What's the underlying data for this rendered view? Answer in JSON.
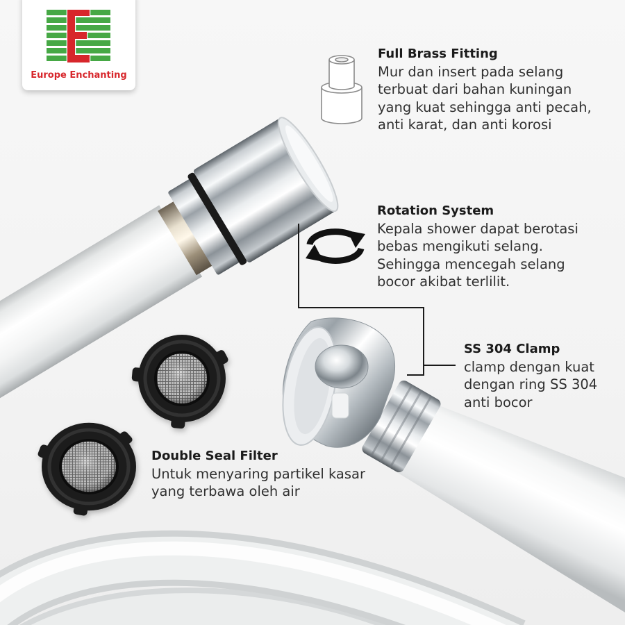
{
  "brand": {
    "name": "Europe Enchanting",
    "logo_icon": "europe-enchanting-e-logo"
  },
  "colors": {
    "background": "#f5f5f5",
    "text": "#2a2a2a",
    "brand_red": "#d7262b",
    "brand_green": "#46a845",
    "filter_rubber": "#1e1e1e"
  },
  "features": [
    {
      "title": "Full Brass Fitting",
      "icon": "brass-fitting-icon",
      "lines": [
        "Mur dan insert pada selang",
        "terbuat dari bahan kuningan",
        "yang kuat sehingga anti pecah,",
        "anti karat, dan anti korosi"
      ]
    },
    {
      "title": "Rotation System",
      "icon": "rotation-arrows-icon",
      "lines": [
        "Kepala shower dapat berotasi",
        "bebas mengikuti selang.",
        "Sehingga mencegah selang",
        "bocor akibat terlilit."
      ]
    },
    {
      "title": "SS 304 Clamp",
      "lines": [
        "clamp dengan kuat",
        "dengan ring SS 304",
        "anti bocor"
      ]
    },
    {
      "title": "Double Seal Filter",
      "lines": [
        "Untuk menyaring partikel kasar",
        "yang terbawa oleh air"
      ]
    }
  ]
}
